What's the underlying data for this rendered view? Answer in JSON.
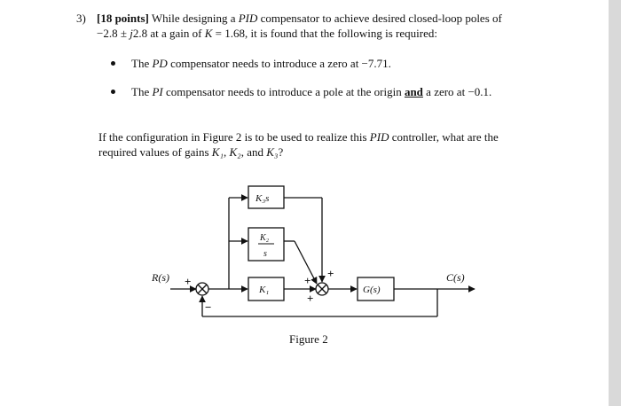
{
  "question": {
    "number": "3)",
    "points": "[18 points]",
    "intro_a": " While designing a ",
    "pid_1": "PID",
    "intro_b": " compensator to achieve desired closed-loop poles of",
    "line2_a": "−2.8 ± ",
    "line2_j": "j",
    "line2_b": "2.8 at a gain of ",
    "line2_k": "K",
    "line2_c": " = 1.68, it is found that the following is required:"
  },
  "bullets": [
    {
      "pre": "The ",
      "em": "PD",
      "post": " compensator needs to introduce a zero at −7.71."
    },
    {
      "pre": "The ",
      "em": "PI",
      "mid": " compensator needs to introduce a pole at the origin ",
      "strong": "and",
      "post": " a zero at −0.1."
    }
  ],
  "prompt": {
    "a": "If the configuration in Figure 2 is to be used to realize this ",
    "pid": "PID",
    "b": " controller, what are the",
    "c": "required values of gains ",
    "k1": "K₁",
    "sep1": ", ",
    "k2": "K₂",
    "sep2": ", and ",
    "k3": "K₃",
    "end": "?"
  },
  "diagram": {
    "input_label": "R(s)",
    "output_label": "C(s)",
    "plant_label": "G(s)",
    "block_k3": "K₃s",
    "block_k2_num": "K₂",
    "block_k2_den": "s",
    "block_k1": "K₁",
    "sign_plus": "+",
    "sign_minus": "−",
    "caption": "Figure 2"
  }
}
